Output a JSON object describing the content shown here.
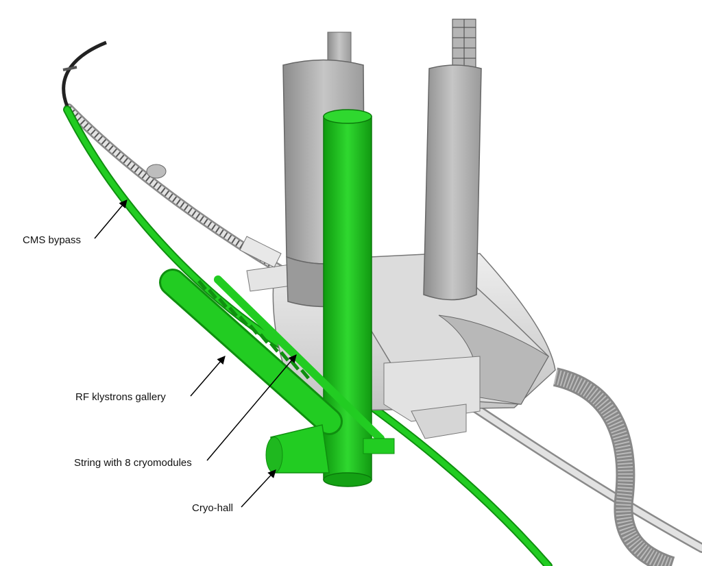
{
  "annotations": {
    "cms_bypass": "CMS bypass",
    "rf_klystrons_gallery": "RF klystrons gallery",
    "string_with_cryomodules": "String with 8 cryomodules",
    "cryo_hall": "Cryo-hall"
  },
  "colors": {
    "highlight_green": "#22cc22",
    "highlight_green_dark": "#0f8f0f",
    "structure_gray": "#cfcfcf",
    "structure_gray_dark": "#8a8a8a",
    "shaft_gray": "#a9a9a9",
    "background": "#ffffff"
  }
}
